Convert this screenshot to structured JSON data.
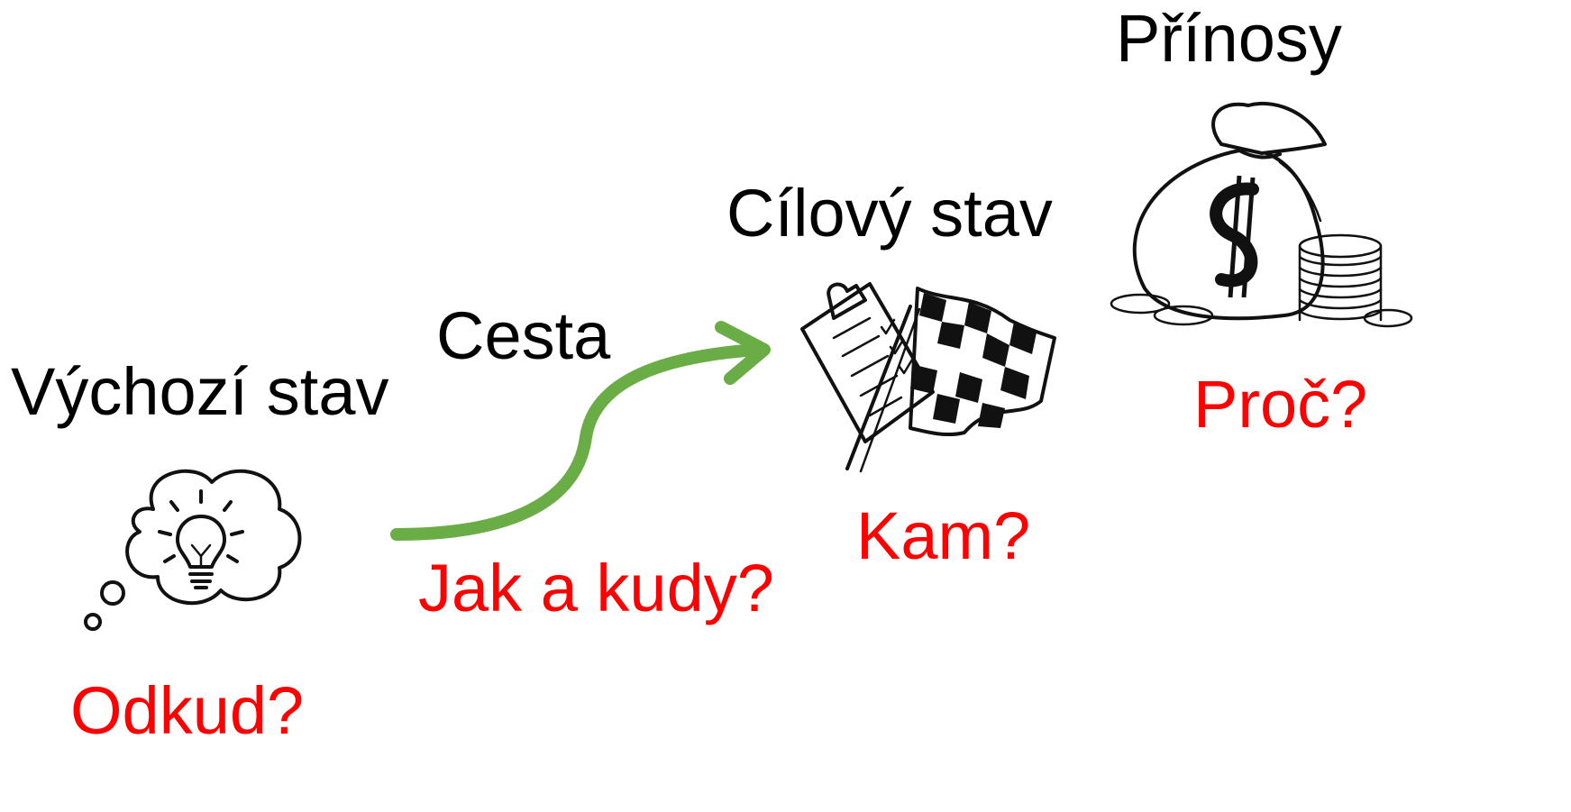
{
  "stages": {
    "start": {
      "title": "Výchozí stav",
      "question": "Odkud?",
      "icon": "thought-bubble-lightbulb-icon"
    },
    "path": {
      "title": "Cesta",
      "question": "Jak a kudy?",
      "icon": "curved-arrow-icon"
    },
    "target": {
      "title": "Cílový stav",
      "question": "Kam?",
      "icon": "checklist-flag-icon"
    },
    "benefits": {
      "title": "Přínosy",
      "question": "Proč?",
      "icon": "money-bag-icon"
    }
  },
  "colors": {
    "title": "#000000",
    "question": "#ff0000",
    "arrow": "#6aad46"
  }
}
